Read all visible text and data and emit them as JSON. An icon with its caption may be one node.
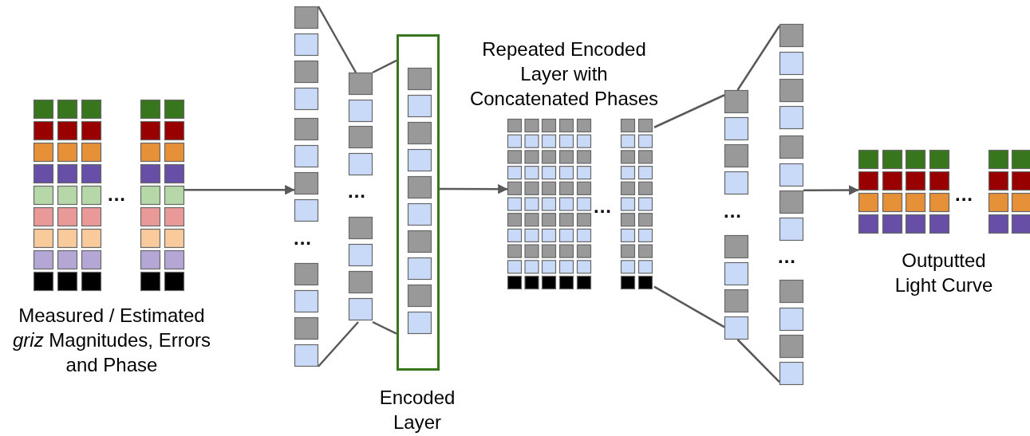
{
  "diagram": {
    "nodes": [
      {
        "text": [
          "Measured / Estimated *griz* Magnitudes, Errors and Phase"
        ]
      },
      {
        "text": [],
        "shape": "box"
      },
      {
        "text": [],
        "shape": "box"
      },
      {
        "text": [
          "Encoded Layer"
        ]
      },
      {
        "text": [],
        "shape": "box",
        "in": 3
      },
      {
        "text": [
          "Repeated Encoded Layer with Concatenated Phases"
        ]
      },
      {
        "text": [],
        "shape": "box"
      },
      {
        "text": [],
        "shape": "box"
      },
      {
        "text": [
          "Outputted Light Curve"
        ]
      }
    ],
    "edges": [
      {
        "from": 0,
        "to": 1,
        "arrow": "to"
      },
      {
        "from": 1,
        "to": 2,
        "arrow": "none"
      },
      {
        "from": 1,
        "to": 2,
        "arrow": "none"
      },
      {
        "from": 2,
        "to": 3,
        "arrow": "none"
      },
      {
        "from": 2,
        "to": 3,
        "arrow": "none"
      },
      {
        "from": 3,
        "to": 5,
        "arrow": "to"
      },
      {
        "from": 5,
        "to": 6,
        "arrow": "none"
      },
      {
        "from": 5,
        "to": 6,
        "arrow": "none"
      },
      {
        "from": 6,
        "to": 7,
        "arrow": "none"
      },
      {
        "from": 6,
        "to": 7,
        "arrow": "none"
      },
      {
        "from": 7,
        "to": 8,
        "arrow": "to"
      }
    ],
    "labels": [
      "...",
      "...",
      "...",
      "...",
      "...",
      "...",
      "..."
    ]
  }
}
